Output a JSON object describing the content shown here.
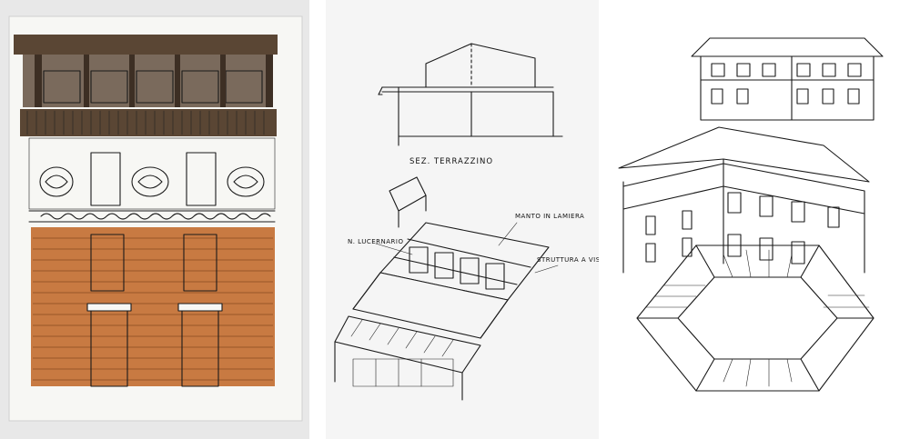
{
  "colors": {
    "dark_brown": "#5a4634",
    "terracotta": "#c87a42",
    "pale_blue": "#dbe8ec",
    "ink": "#1a1a1a",
    "paper": "#f7f7f4"
  },
  "middle": {
    "section_label": "SEZ. TERRAZZINO",
    "label_lucernario": "N. LUCERNARIO",
    "label_manto": "MANTO IN LAMIERA",
    "label_struttura": "STRUTTURA A VISTA"
  }
}
